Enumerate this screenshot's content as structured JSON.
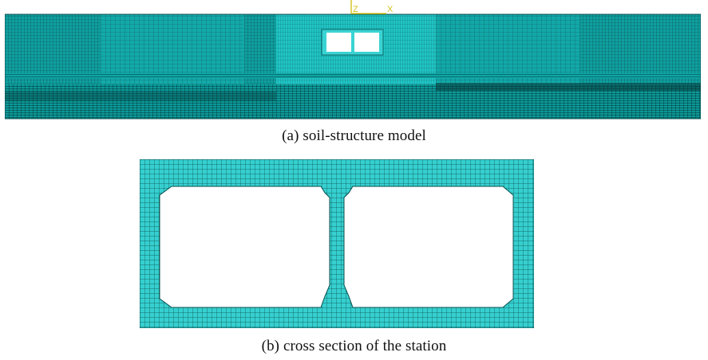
{
  "figure": {
    "panel_a": {
      "caption": "(a) soil-structure model",
      "axis_labels": {
        "z": "Z",
        "x": "X"
      }
    },
    "panel_b": {
      "caption": "(b) cross section of the station"
    }
  },
  "colors": {
    "mesh_fill": "#0a9c9c",
    "mesh_line": "#000000",
    "structure_fill": "#36cfcf",
    "axis": "#d4c21b",
    "background": "#ffffff",
    "caption_text": "#111111"
  }
}
